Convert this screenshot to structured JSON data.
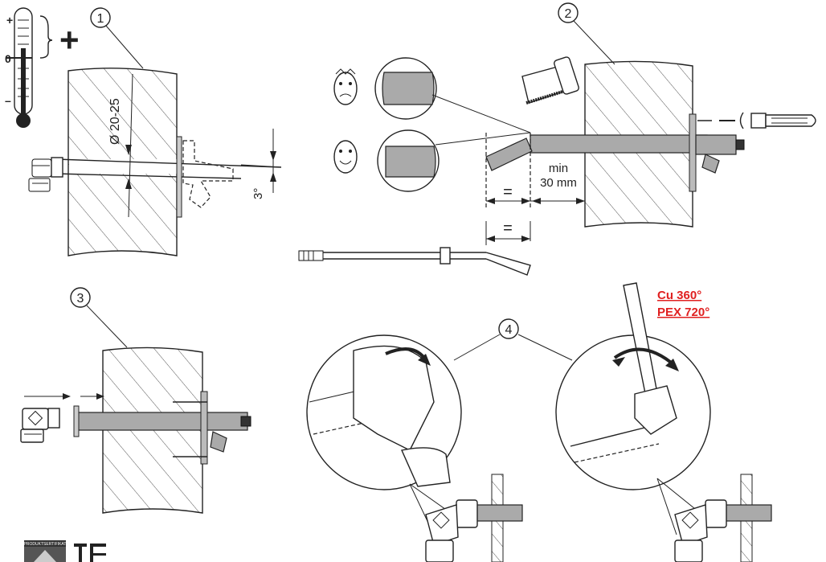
{
  "steps": {
    "s1": "1",
    "s2": "2",
    "s3": "3",
    "s4": "4"
  },
  "thermometer": {
    "plus": "+",
    "zero": "0",
    "minus": "–",
    "big_plus": "+"
  },
  "step1": {
    "diameter": "Ø 20-25",
    "angle": "3°"
  },
  "step2": {
    "min_line1": "min",
    "min_line2": "30 mm",
    "equal1": "=",
    "equal2": "="
  },
  "step4": {
    "cu": "Cu 360°",
    "pex": "PEX 720°"
  },
  "certificate": {
    "badge_text": "PRODUKTSERTIFIKAT"
  },
  "colors": {
    "accent_red": "#e02020",
    "pipe_gray": "#aaaaaa"
  }
}
